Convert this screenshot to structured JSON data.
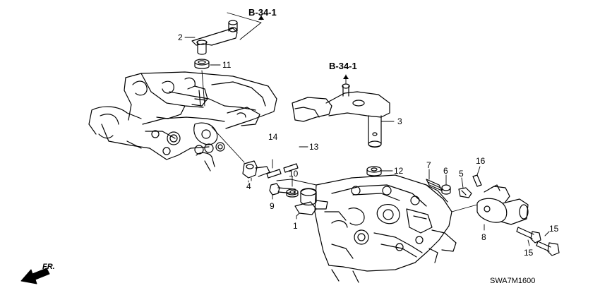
{
  "diagram": {
    "code": "SWA7M1600",
    "direction_label": "FR.",
    "refs": [
      "B-34-1",
      "B-34-1"
    ],
    "callouts": [
      "1",
      "2",
      "3",
      "4",
      "5",
      "6",
      "7",
      "8",
      "9",
      "10",
      "11",
      "12",
      "13",
      "14",
      "15",
      "15",
      "16"
    ]
  },
  "colors": {
    "line": "#000000",
    "background": "#ffffff"
  }
}
